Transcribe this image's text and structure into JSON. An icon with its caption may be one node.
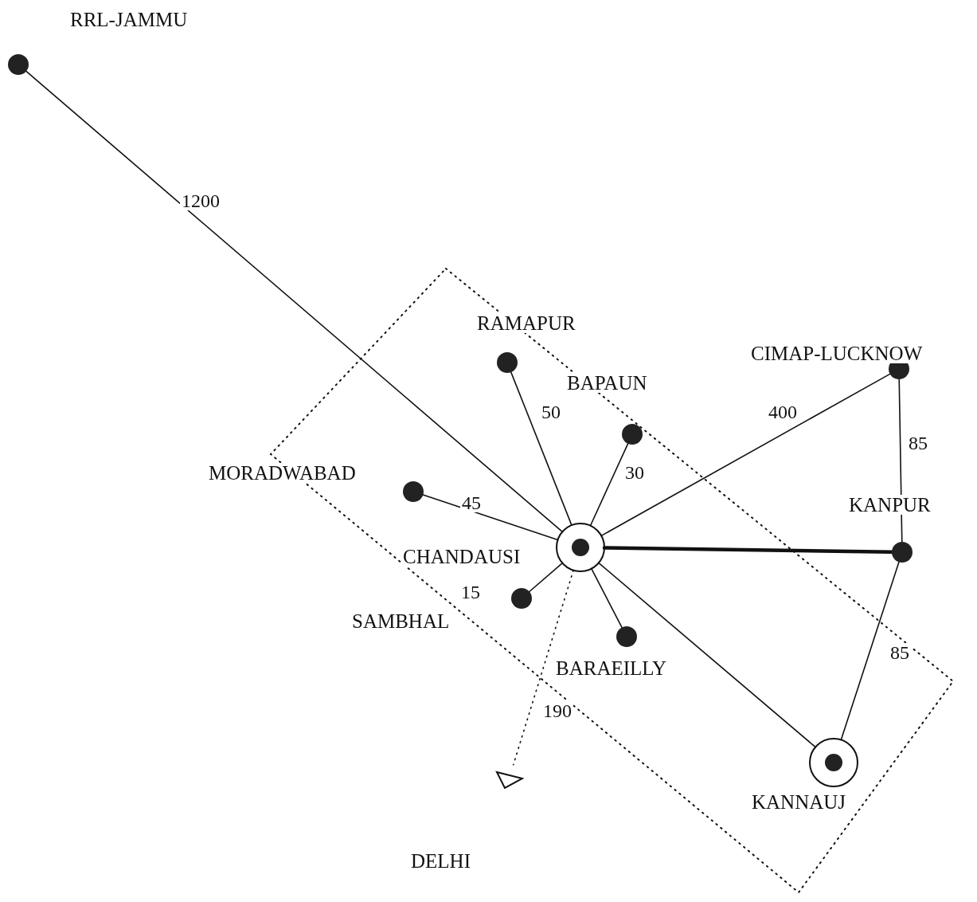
{
  "diagram": {
    "nodes": [
      {
        "text": [
          "RRL-JAMMU"
        ]
      },
      {
        "text": [
          "RAMAPUR"
        ]
      },
      {
        "text": [
          "BAPAUN"
        ]
      },
      {
        "text": [
          "CIMAP-LUCKNOW"
        ]
      },
      {
        "text": [
          "MORADWABAD"
        ]
      },
      {
        "text": [
          "CHANDAUSI"
        ]
      },
      {
        "text": [
          "SAMBHAL"
        ]
      },
      {
        "text": [
          "BARAEILLY"
        ]
      },
      {
        "text": [
          "KANPUR"
        ]
      },
      {
        "text": [
          "KANNAUJ"
        ]
      },
      {
        "text": [
          "DELHI"
        ]
      }
    ],
    "edges": [
      {
        "from": 0,
        "to": 5,
        "arrow": "none",
        "label": "1200"
      },
      {
        "from": 1,
        "to": 5,
        "arrow": "none",
        "label": "50"
      },
      {
        "from": 2,
        "to": 5,
        "arrow": "none",
        "label": "30"
      },
      {
        "from": 3,
        "to": 5,
        "arrow": "none",
        "label": "400"
      },
      {
        "from": 4,
        "to": 5,
        "arrow": "none",
        "label": "45"
      },
      {
        "from": 6,
        "to": 5,
        "arrow": "none",
        "label": "15"
      },
      {
        "from": 7,
        "to": 5,
        "arrow": "none"
      },
      {
        "from": 8,
        "to": 5,
        "arrow": "none",
        "style": "thick"
      },
      {
        "from": 9,
        "to": 5,
        "arrow": "none"
      },
      {
        "from": 3,
        "to": 8,
        "arrow": "none",
        "label": "85"
      },
      {
        "from": 8,
        "to": 9,
        "arrow": "none",
        "label": "85"
      },
      {
        "from": 5,
        "to": 10,
        "arrow": "none",
        "label": "190",
        "style": "dashed"
      }
    ]
  }
}
